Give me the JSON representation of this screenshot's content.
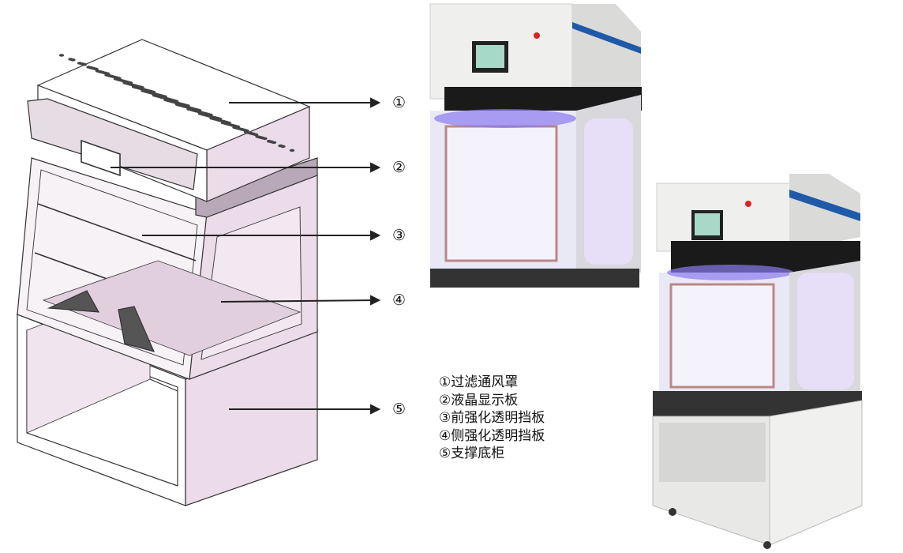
{
  "callouts": [
    "①",
    "②",
    "③",
    "④",
    "⑤"
  ],
  "legend": [
    "①过滤通风罩",
    "②液晶显示板",
    "③前强化透明挡板",
    "④侧强化透明挡板",
    "⑤支撑底柜"
  ],
  "colors": {
    "panel_pink": "#ecdbe8",
    "line": "#333333",
    "uv_glow": "#8a7cf0",
    "stripe_blue": "#1e5aa8",
    "cabinet_white": "#eeeeec"
  }
}
